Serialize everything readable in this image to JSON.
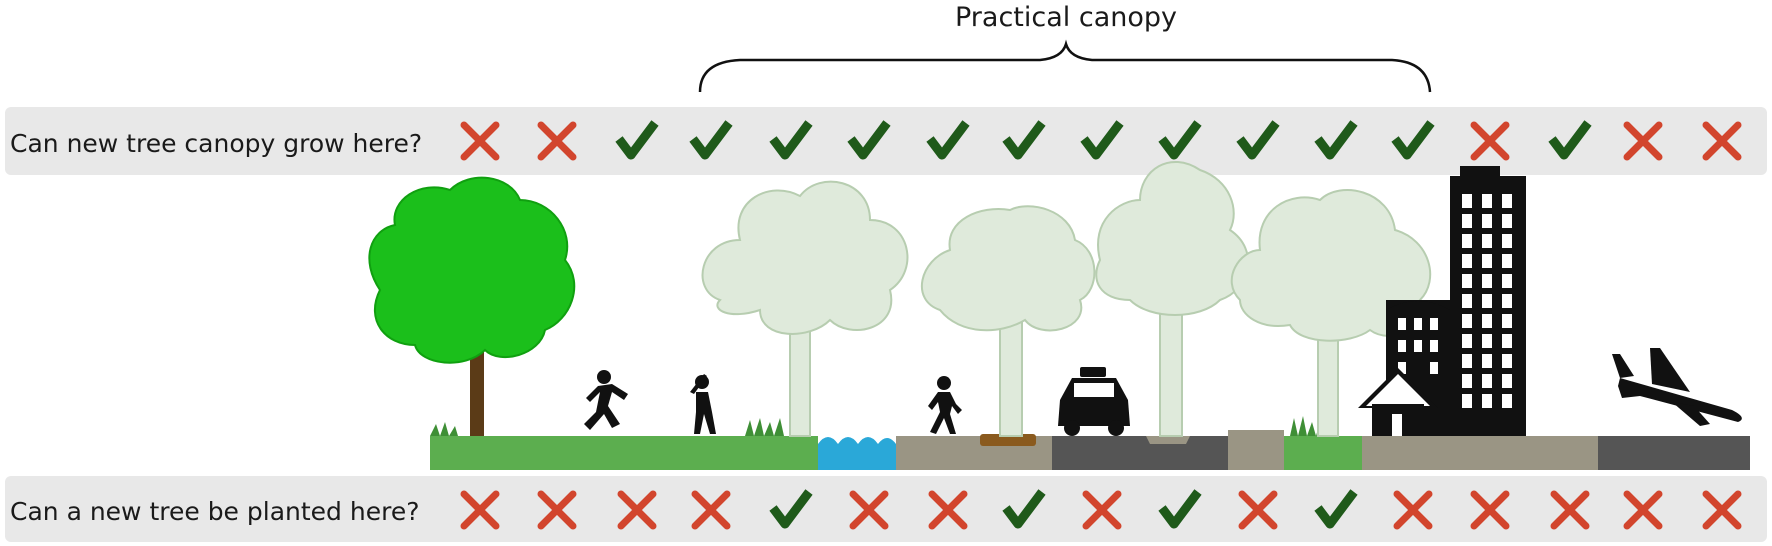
{
  "bracket_label": "Practical canopy",
  "rows": [
    {
      "question": "Can new tree canopy grow here?",
      "answers": [
        "no",
        "no",
        "yes",
        "yes",
        "yes",
        "yes",
        "yes",
        "yes",
        "yes",
        "yes",
        "yes",
        "yes",
        "yes",
        "no",
        "yes",
        "no",
        "no"
      ]
    },
    {
      "question": "Can a new tree be planted here?",
      "answers": [
        "no",
        "no",
        "no",
        "no",
        "yes",
        "no",
        "no",
        "yes",
        "no",
        "yes",
        "no",
        "yes",
        "no",
        "no",
        "no",
        "no",
        "no"
      ]
    }
  ],
  "colors": {
    "yes_mark": "#1f5a1a",
    "no_mark": "#d2452d",
    "row_band": "#e8e8e8",
    "existing_tree": "#1bbf1b",
    "potential_tree": "#dfeadb",
    "grass": "#5cae4f",
    "water": "#2aa8d8",
    "sidewalk": "#9a9584",
    "road": "#555555",
    "building": "#111111"
  },
  "icons": [
    "existing-tree-icon",
    "runner-icon",
    "batter-icon",
    "water-icon",
    "pedestrian-icon",
    "tree-pit-icon",
    "taxi-icon",
    "tree-well-icon",
    "house-icon",
    "apartment-building-icon",
    "skyscraper-icon",
    "airplane-icon"
  ]
}
